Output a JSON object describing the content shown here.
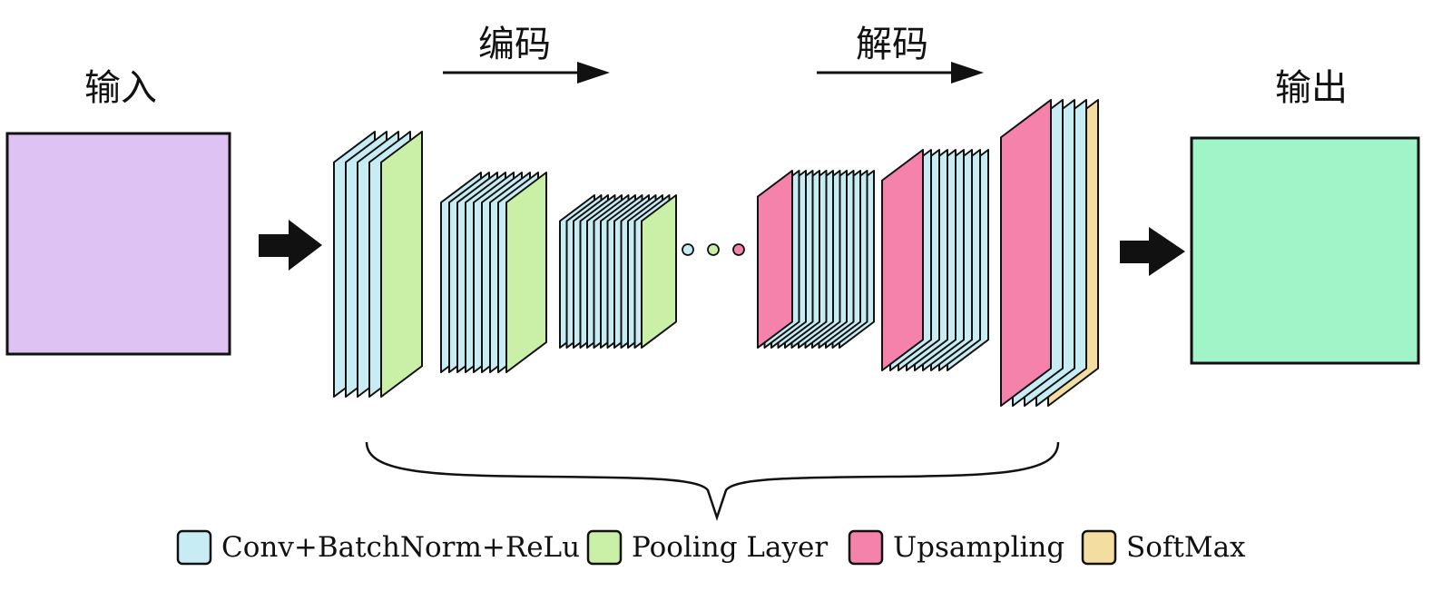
{
  "labels": {
    "input": "输入",
    "output": "输出",
    "encoder": "编码",
    "decoder": "解码"
  },
  "legend": [
    {
      "key": "conv",
      "label": "Conv+BatchNorm+ReLu",
      "color": "#c8ecf4"
    },
    {
      "key": "pool",
      "label": "Pooling Layer",
      "color": "#c9f0a6"
    },
    {
      "key": "up",
      "label": "Upsampling",
      "color": "#f482aa"
    },
    {
      "key": "soft",
      "label": "SoftMax",
      "color": "#f3dda0"
    }
  ],
  "colors": {
    "input_square": "#dfc2f4",
    "output_square": "#a0f4c8",
    "stroke": "#111111",
    "arrow": "#111111"
  },
  "blocks": [
    {
      "name": "encoder-block-1",
      "layers": [
        "conv",
        "conv",
        "conv",
        "conv",
        "pool"
      ]
    },
    {
      "name": "encoder-block-2",
      "layers": [
        "conv",
        "conv",
        "conv",
        "conv",
        "conv",
        "conv",
        "conv",
        "conv",
        "pool"
      ]
    },
    {
      "name": "encoder-block-3",
      "layers": [
        "conv",
        "conv",
        "conv",
        "conv",
        "conv",
        "conv",
        "conv",
        "conv",
        "conv",
        "conv",
        "conv",
        "conv",
        "pool"
      ]
    },
    {
      "name": "decoder-block-1",
      "layers": [
        "up",
        "conv",
        "conv",
        "conv",
        "conv",
        "conv",
        "conv",
        "conv",
        "conv",
        "conv",
        "conv",
        "conv",
        "conv"
      ]
    },
    {
      "name": "decoder-block-2",
      "layers": [
        "up",
        "conv",
        "conv",
        "conv",
        "conv",
        "conv",
        "conv",
        "conv",
        "conv"
      ]
    },
    {
      "name": "decoder-block-3",
      "layers": [
        "up",
        "conv",
        "conv",
        "conv",
        "soft"
      ]
    }
  ],
  "ellipsis_dots": [
    "conv",
    "pool",
    "up"
  ]
}
